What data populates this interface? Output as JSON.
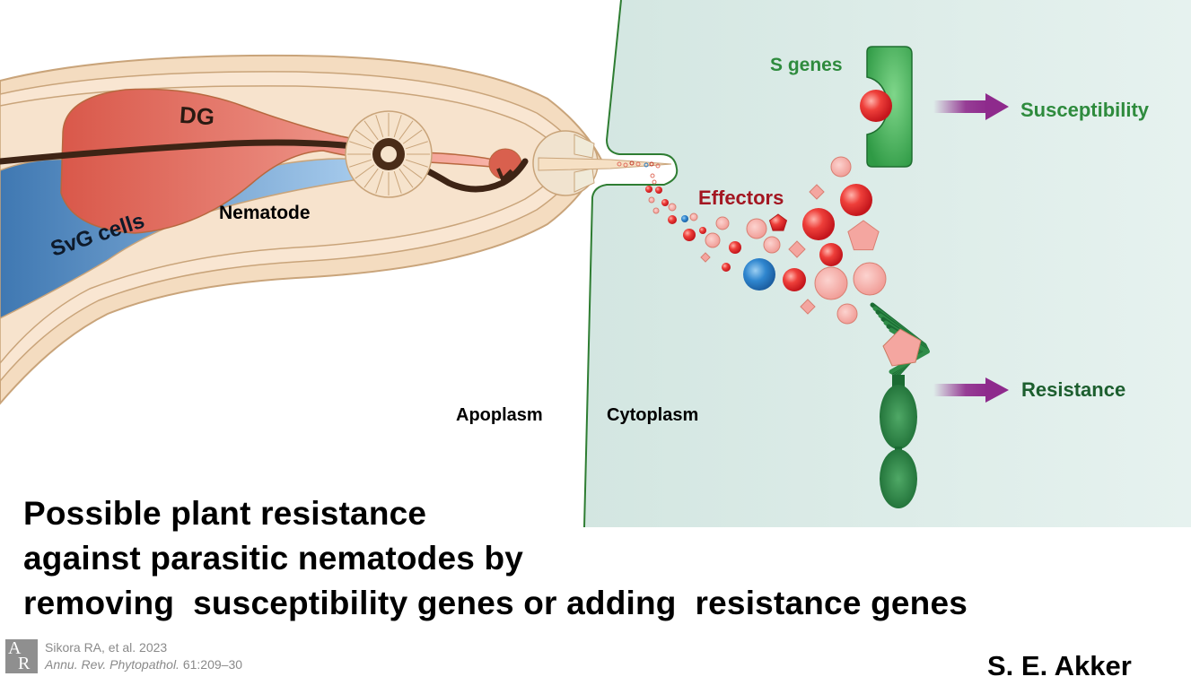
{
  "figure": {
    "labels": {
      "dg": "DG",
      "svg_cells": "SvG cells",
      "nematode": "Nematode",
      "s_genes": "S genes",
      "effectors": "Effectors",
      "susceptibility": "Susceptibility",
      "resistance": "Resistance",
      "apoplasm": "Apoplasm",
      "cytoplasm": "Cytoplasm"
    },
    "colors": {
      "cytoplasm_bg": "#dfeeea",
      "cell_wall": "#2e7d32",
      "nematode_body": "#f6e3cc",
      "nematode_outline": "#c9a47a",
      "dorsal_gland": "#e0705a",
      "subventral_gland": "#5d93c8",
      "stylet_dark": "#4a2c18",
      "s_gene_green": "#3aa451",
      "r_gene_green": "#1f7a3a",
      "effector_red": "#e53030",
      "effector_pink": "#f4a6a0",
      "effector_blue": "#2b7fc9",
      "arrow_purple": "#8e2a8c",
      "label_green": "#2e8b3d",
      "label_dark_green": "#1c5e2e",
      "label_red": "#a31621"
    },
    "icons": {
      "s_gene": "s-gene-receptor-icon",
      "r_gene": "r-gene-receptor-icon",
      "arrow": "arrow-right-icon"
    }
  },
  "title": {
    "lines": [
      "Possible plant resistance",
      "against parasitic nematodes by",
      "removing  susceptibility genes or adding  resistance genes"
    ]
  },
  "citation": {
    "logo": "AR",
    "line1": "Sikora RA, et al. 2023",
    "journal": "Annu. Rev. Phytopathol.",
    "volume_pages": " 61:209–30"
  },
  "author": "S. E. Akker"
}
